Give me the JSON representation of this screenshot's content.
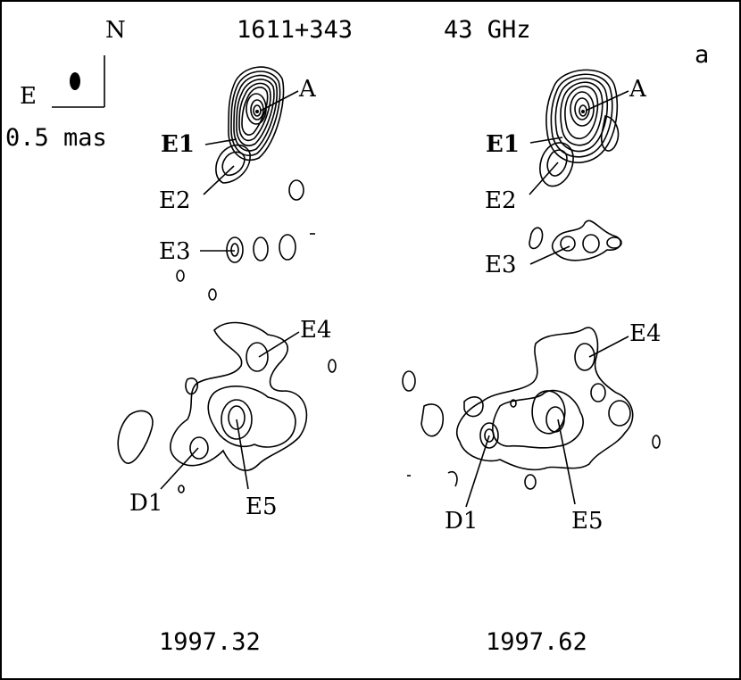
{
  "header": {
    "source": "1611+343",
    "frequency": "43 GHz",
    "panel": "a"
  },
  "orientation": {
    "north": "N",
    "east": "E",
    "scale": "0.5 mas"
  },
  "components": {
    "A": "A",
    "E1": "E1",
    "E2": "E2",
    "E3": "E3",
    "E4": "E4",
    "E5": "E5",
    "D1": "D1"
  },
  "epochs": {
    "left": "1997.32",
    "right": "1997.62"
  }
}
